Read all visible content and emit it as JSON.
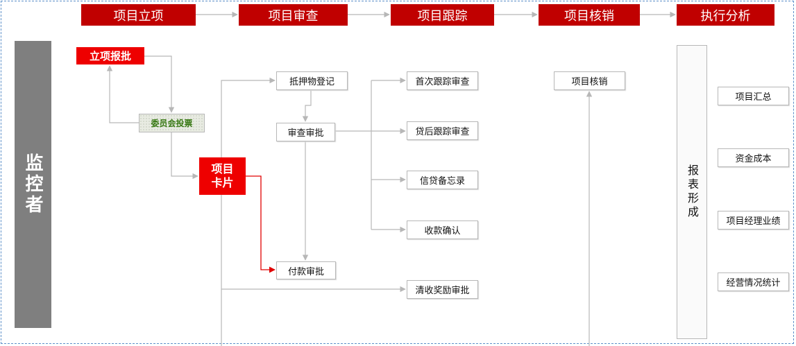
{
  "phases": [
    "项目立项",
    "项目审查",
    "项目跟踪",
    "项目核销",
    "执行分析"
  ],
  "monitor": "监控者",
  "nodes": {
    "approval": "立项报批",
    "vote": "委员会投票",
    "project_card": "项目\n卡片",
    "collateral": "抵押物登记",
    "review": "审查审批",
    "payment": "付款审批",
    "first_track": "首次跟踪审查",
    "post_loan": "贷后跟踪审查",
    "memo": "信贷备忘录",
    "receipt": "收款确认",
    "reward": "清收奖励审批",
    "writeoff": "项目核销",
    "report": "报表形成",
    "summary": "项目汇总",
    "capital": "资金成本",
    "manager": "项目经理业绩",
    "operation": "经营情况统计"
  },
  "colors": {
    "phase_bg": "#c00000",
    "red_node": "#ee0000",
    "monitor_bg": "#7f7f7f",
    "connector": "#b7b7b7",
    "red_connector": "#e00000",
    "vote_text": "#3a7a16",
    "frame": "#5b8fc9"
  }
}
